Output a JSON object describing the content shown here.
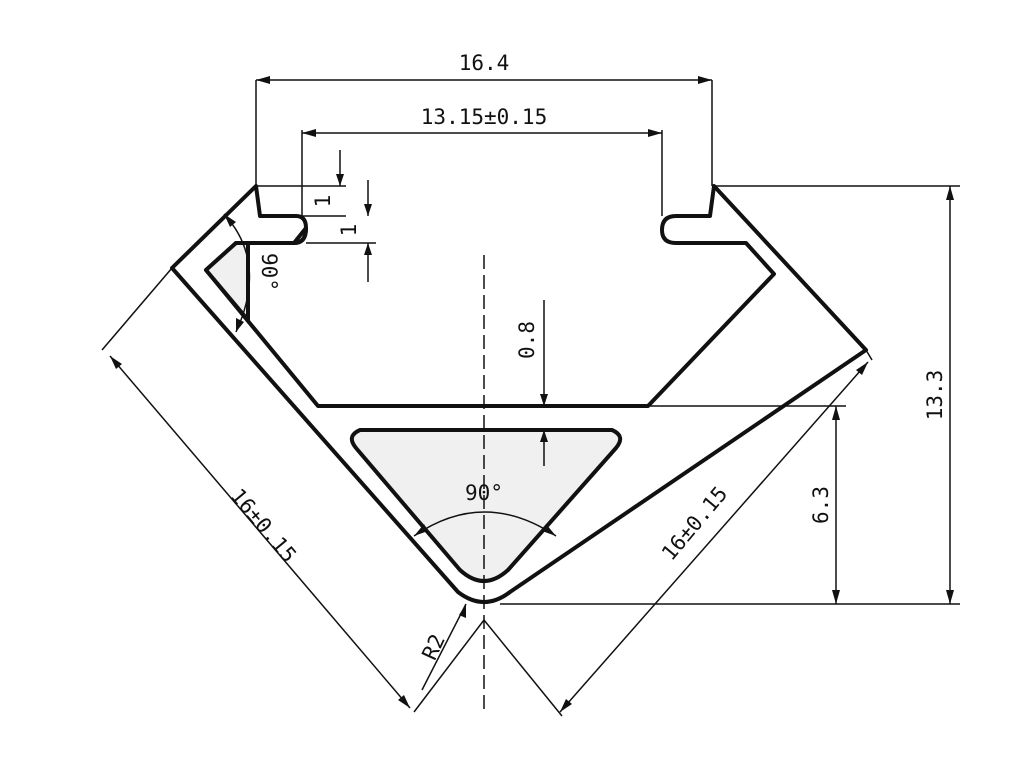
{
  "dimensions": {
    "overall_width": "16.4",
    "inner_width": "13.15±0.15",
    "lip_thickness": "1",
    "lip_depth": "1",
    "wall_thickness": "0.8",
    "overall_height": "13.3",
    "base_height": "6.3",
    "side_left": "16±0.15",
    "side_right": "16±0.15",
    "corner_angle": "90°",
    "side_angle": "90°",
    "corner_radius": "R2"
  }
}
